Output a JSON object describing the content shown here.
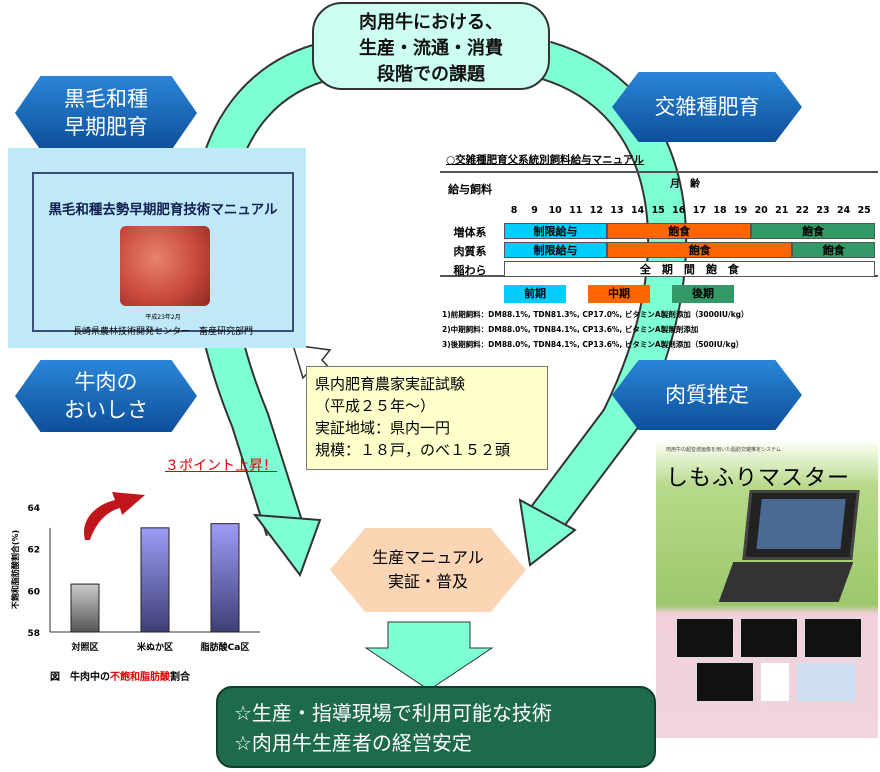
{
  "top_issue": "肉用牛における、\n生産・流通・消費\n段階での課題",
  "hex": {
    "wagyu": "黒毛和種\n早期肥育",
    "cross": "交雑種肥育",
    "taste": "牛肉の\nおいしさ",
    "quality": "肉質推定"
  },
  "cover": {
    "title": "黒毛和種去勢早期肥育技術マニュアル",
    "date": "平成23年2月",
    "org": "長崎県農林技術開発センター　畜産研究部門"
  },
  "table": {
    "title": "○交雑種肥育父系統別飼料給与マニュアル",
    "feed_header": "給与飼料",
    "month_header": "月　齢",
    "months": [
      8,
      9,
      10,
      11,
      12,
      13,
      14,
      15,
      16,
      17,
      18,
      19,
      20,
      21,
      22,
      23,
      24,
      25
    ],
    "rows": [
      {
        "label": "増体系",
        "segments": [
          {
            "text": "制限給与",
            "from": 8,
            "to": 12,
            "phase": "early"
          },
          {
            "text": "飽食",
            "from": 13,
            "to": 19,
            "phase": "mid"
          },
          {
            "text": "飽食",
            "from": 20,
            "to": 25,
            "phase": "late"
          }
        ]
      },
      {
        "label": "肉質系",
        "segments": [
          {
            "text": "制限給与",
            "from": 8,
            "to": 12,
            "phase": "early"
          },
          {
            "text": "飽食",
            "from": 13,
            "to": 21,
            "phase": "mid"
          },
          {
            "text": "飽食",
            "from": 22,
            "to": 25,
            "phase": "late"
          }
        ]
      },
      {
        "label": "稲わら",
        "segments": [
          {
            "text": "全　期　間　飽　食",
            "from": 8,
            "to": 25,
            "phase": "none"
          }
        ]
      }
    ],
    "legend": [
      {
        "label": "前期",
        "phase": "early"
      },
      {
        "label": "中期",
        "phase": "mid"
      },
      {
        "label": "後期",
        "phase": "late"
      }
    ],
    "colors": {
      "early": "#00ccff",
      "mid": "#ff6600",
      "late": "#339966",
      "none": "#ffffff"
    },
    "notes": [
      "1)前期飼料：DM88.1%, TDN81.3%, CP17.0%, ビタミンA製剤添加（3000IU/kg）",
      "2)中期飼料：DM88.0%, TDN84.1%, CP13.6%, ビタミンA製無剤添加",
      "3)後期飼料：DM88.0%, TDN84.1%, CP13.6%, ビタミンA製剤添加（500IU/kg）"
    ]
  },
  "trial": "県内肥育農家実証試験\n（平成２５年～）\n実証地域：県内一円\n規模：１８戸，のべ１５２頭",
  "manual": "生産マニュアル\n実証・普及",
  "outcome": [
    "☆生産・指導現場で利用可能な技術",
    "☆肉用牛生産者の経営安定"
  ],
  "callout": "３ポイント上昇！",
  "chart_data": {
    "type": "bar",
    "categories": [
      "対照区",
      "米ぬか区",
      "脂肪酸Ca区"
    ],
    "values": [
      60.3,
      63.0,
      63.2
    ],
    "ylabel": "不飽和脂肪酸割合(%)",
    "ylim": [
      58,
      64
    ],
    "yticks": [
      58,
      60,
      62,
      64
    ],
    "caption_prefix": "図　牛肉中の",
    "caption_red": "不飽和脂肪酸",
    "caption_suffix": "割合"
  },
  "product": {
    "caption": "肉用牛の超音波画像を用いた脂肪交雑推定システム",
    "title": "しもふりマスター"
  }
}
